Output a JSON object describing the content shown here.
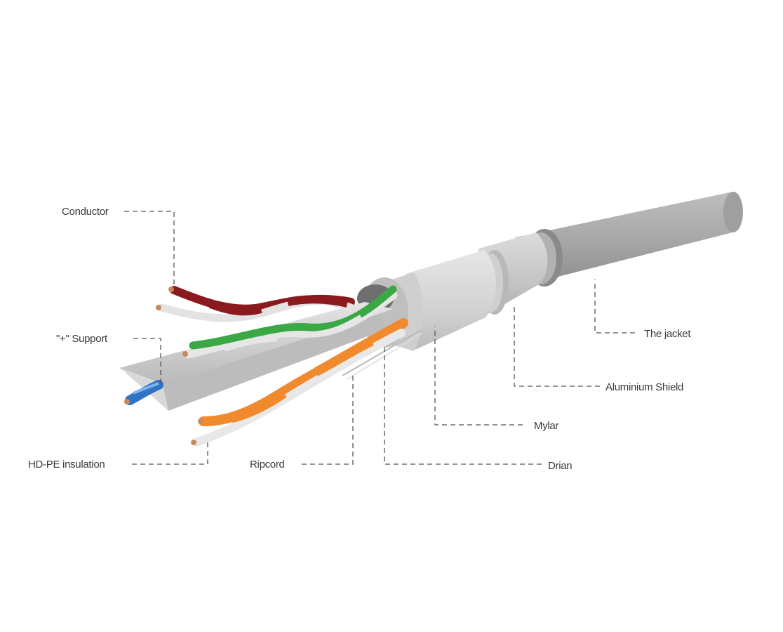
{
  "labels": {
    "conductor": "Conductor",
    "support": "\"+\" Support",
    "hdpe_insulation": "HD-PE insulation",
    "ripcord": "Ripcord",
    "drain": "Drian",
    "mylar": "Mylar",
    "aluminium_shield": "Aluminium Shield",
    "jacket": "The jacket"
  },
  "colors": {
    "jacket": "#a7a7a7",
    "shield": "#c9c9c9",
    "mylar": "#d6d6d6",
    "pair_brown": "#8a1a1e",
    "pair_green": "#3aa845",
    "pair_orange": "#f08a2c",
    "pair_blue": "#2f73c4",
    "pair_white": "#e8e8e8",
    "copper": "#c98a5a"
  }
}
